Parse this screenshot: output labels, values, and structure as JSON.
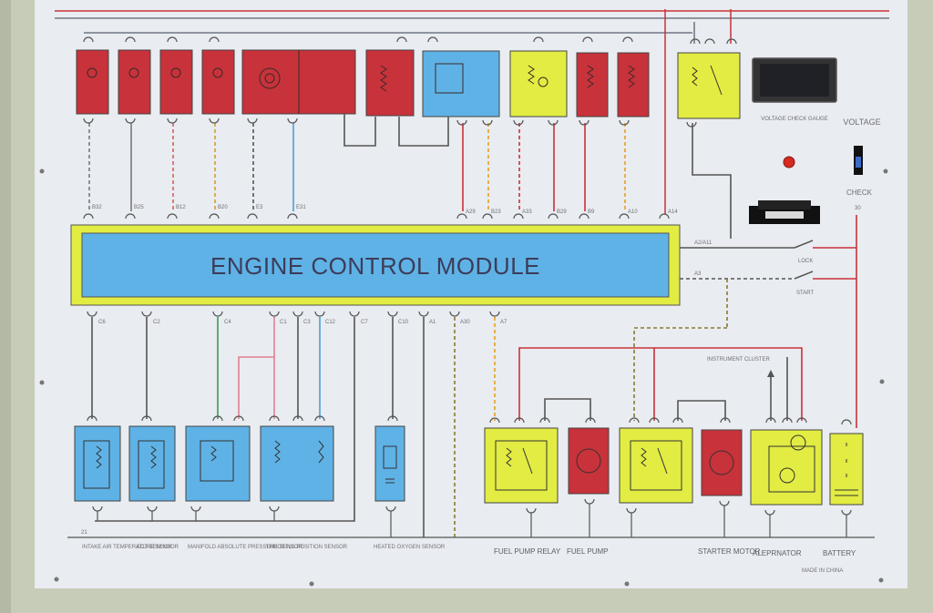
{
  "ecm": {
    "title": "ENGINE CONTROL MODULE"
  },
  "top_connectors": [
    "B32",
    "B25",
    "B12",
    "B20",
    "E3",
    "E31",
    "A29",
    "B23",
    "A33",
    "B29",
    "B9",
    "A10",
    "A14"
  ],
  "right_panel": {
    "gauge_caption": "VOLTAGE CHECK GAUGE",
    "voltage_label": "VOLTAGE",
    "check_label": "CHECK",
    "check_num": "30",
    "ign_label": "A2/A11",
    "start_label": "A3",
    "lock_label": "LOCK",
    "start_switch_label": "START"
  },
  "bottom_connectors": [
    "C6",
    "C2",
    "C4",
    "C1",
    "C3",
    "C12",
    "C7",
    "C10",
    "A1",
    "A30",
    "A7"
  ],
  "bottom_labels": {
    "intake_temp": "INTAKE AIR TEMPERATURE SENSOR",
    "ect": "ECT SENSOR",
    "map": "MANIFOLD ABSOLUTE PRESSURE SENSOR",
    "throttle": "THROTTLE POSITION SENSOR",
    "oxygen": "HEATED OXYGEN SENSOR",
    "fuel_pump_relay": "FUEL PUMP RELAY",
    "fuel_pump": "FUEL PUMP",
    "starter": "STARTER MOTOR",
    "alternator": "ALEPRNATOR",
    "battery": "BATTERY",
    "instrument_cluster": "INSTRUMENT CLUSTER",
    "made_in": "MADE IN CHINA",
    "ground_num": "21"
  },
  "colors": {
    "red": "#c8323a",
    "blue": "#5fb2e6",
    "yellow": "#e2ec43",
    "panel": "#e9ecf0",
    "frame": "#c6ccb7"
  }
}
